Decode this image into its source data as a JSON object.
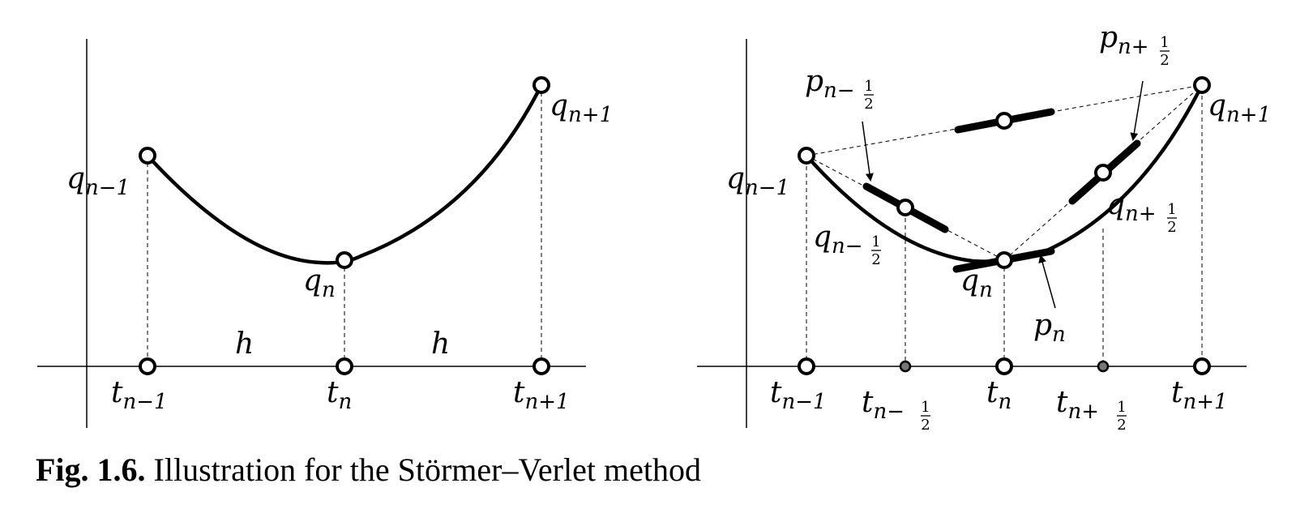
{
  "caption": {
    "label": "Fig. 1.6.",
    "text": "Illustration for the Störmer–Verlet method"
  },
  "left_panel": {
    "q_prev": {
      "base": "q",
      "sub": "n−1"
    },
    "q_curr": {
      "base": "q",
      "sub": "n"
    },
    "q_next": {
      "base": "q",
      "sub": "n+1"
    },
    "t_prev": {
      "base": "t",
      "sub": "n−1"
    },
    "t_curr": {
      "base": "t",
      "sub": "n"
    },
    "t_next": {
      "base": "t",
      "sub": "n+1"
    },
    "step_left": "h",
    "step_right": "h"
  },
  "right_panel": {
    "q_prev": {
      "base": "q",
      "sub": "n−1"
    },
    "q_curr": {
      "base": "q",
      "sub": "n"
    },
    "q_next": {
      "base": "q",
      "sub": "n+1"
    },
    "q_half_minus": {
      "base": "q",
      "sub": "n−",
      "frac_num": "1",
      "frac_den": "2"
    },
    "q_half_plus": {
      "base": "q",
      "sub": "n+",
      "frac_num": "1",
      "frac_den": "2"
    },
    "p_half_minus": {
      "base": "p",
      "sub": "n−",
      "frac_num": "1",
      "frac_den": "2"
    },
    "p_half_plus": {
      "base": "p",
      "sub": "n+",
      "frac_num": "1",
      "frac_den": "2"
    },
    "p_curr": {
      "base": "p",
      "sub": "n"
    },
    "t_prev": {
      "base": "t",
      "sub": "n−1"
    },
    "t_half_minus": {
      "base": "t",
      "sub": "n−",
      "frac_num": "1",
      "frac_den": "2"
    },
    "t_curr": {
      "base": "t",
      "sub": "n"
    },
    "t_half_plus": {
      "base": "t",
      "sub": "n+",
      "frac_num": "1",
      "frac_den": "2"
    },
    "t_next": {
      "base": "t",
      "sub": "n+1"
    }
  },
  "colors": {
    "stroke": "#000000",
    "half_point_fill": "#777777"
  }
}
